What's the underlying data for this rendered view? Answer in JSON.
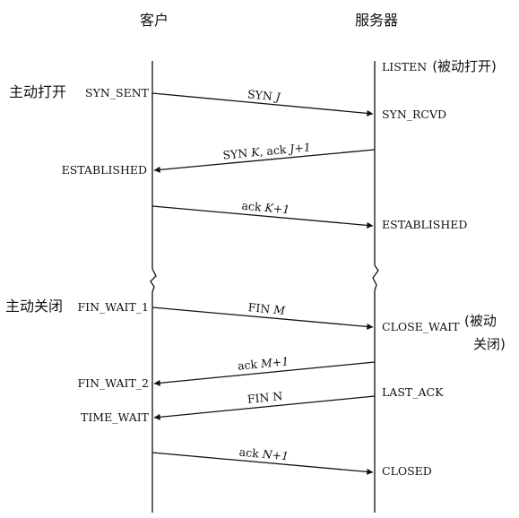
{
  "headers": {
    "client": "客户",
    "server": "服务器"
  },
  "client_states": {
    "syn_sent": "SYN_SENT",
    "established": "ESTABLISHED",
    "fin_wait_1": "FIN_WAIT_1",
    "fin_wait_2": "FIN_WAIT_2",
    "time_wait": "TIME_WAIT"
  },
  "server_states": {
    "listen": "LISTEN",
    "listen_note": "(被动打开)",
    "syn_rcvd": "SYN_RCVD",
    "established": "ESTABLISHED",
    "close_wait": "CLOSE_WAIT",
    "close_wait_note_1": "(被动",
    "close_wait_note_2": "关闭)",
    "last_ack": "LAST_ACK",
    "closed": "CLOSED"
  },
  "side_notes": {
    "active_open": "主动打开",
    "active_close": "主动关闭"
  },
  "messages": {
    "syn_j": {
      "text": "SYN ",
      "var": "J"
    },
    "syn_k_ack": {
      "t1": "SYN ",
      "v1": "K",
      "t2": ", ack ",
      "v2": "J+1"
    },
    "ack_k1": {
      "text": "ack ",
      "var": "K+1"
    },
    "fin_m": {
      "text": "FIN ",
      "var": "M"
    },
    "ack_m1": {
      "text": "ack ",
      "var": "M+1"
    },
    "fin_n": {
      "text": "FIN N"
    },
    "ack_n1": {
      "text": "ack ",
      "var": "N+1"
    }
  }
}
